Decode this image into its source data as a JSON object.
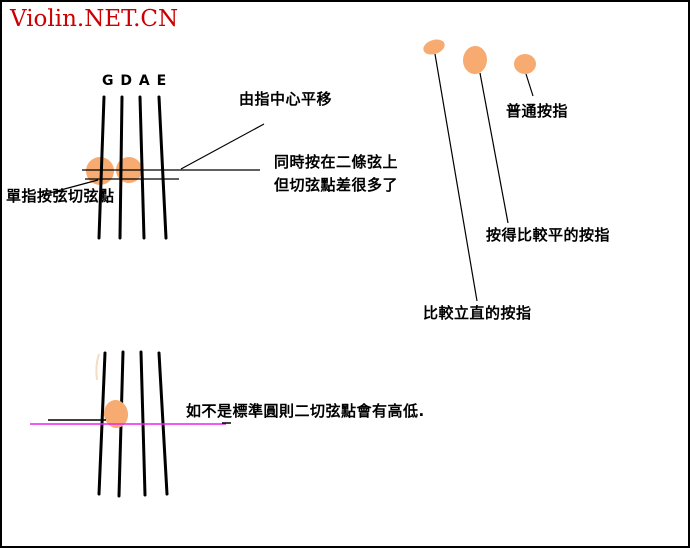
{
  "watermark": {
    "text": "Violin.NET.CN"
  },
  "colors": {
    "watermark_red": "#cc0000",
    "blob": "#f7ab70",
    "magenta": "#ee22ee",
    "faint_streak": "#f5dcc3"
  },
  "top_diagram": {
    "string_labels": "G D A E",
    "label_move_center": "由指中心平移",
    "label_two_strings_line1": "同時按在二條弦上",
    "label_two_strings_line2": "但切弦點差很多了",
    "label_single_finger": "單指按弦切弦點"
  },
  "right_diagram": {
    "label_normal": "普通按指",
    "label_flat": "按得比較平的按指",
    "label_upright": "比較立直的按指"
  },
  "bottom_diagram": {
    "label_nonstandard": "如不是標準圓則二切弦點會有高低."
  }
}
